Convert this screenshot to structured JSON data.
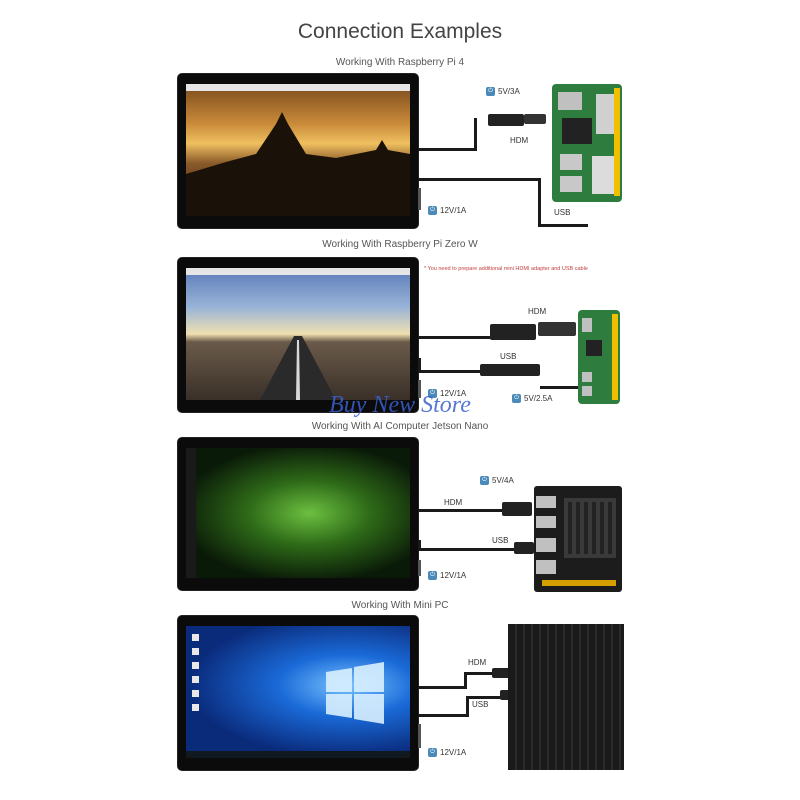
{
  "title": "Connection Examples",
  "watermark": "Buy New Store",
  "sections": [
    {
      "title": "Working With Raspberry Pi 4",
      "power_in": "5V/3A",
      "hdmi": "HDM",
      "usb": "USB",
      "power": "12V/1A"
    },
    {
      "title": "Working With Raspberry Pi Zero W",
      "note": "* You need to prepare additional mini HDMI adapter and USB cable",
      "hdmi": "HDM",
      "usb": "USB",
      "power": "12V/1A",
      "power_in": "5V/2.5A"
    },
    {
      "title": "Working With AI Computer Jetson Nano",
      "power_in": "5V/4A",
      "hdmi": "HDM",
      "usb": "USB",
      "power": "12V/1A"
    },
    {
      "title": "Working With Mini PC",
      "hdmi": "HDM",
      "usb": "USB",
      "power": "12V/1A"
    }
  ],
  "colors": {
    "accent": "#4a8ab8",
    "watermark": "#3a5fd0"
  }
}
